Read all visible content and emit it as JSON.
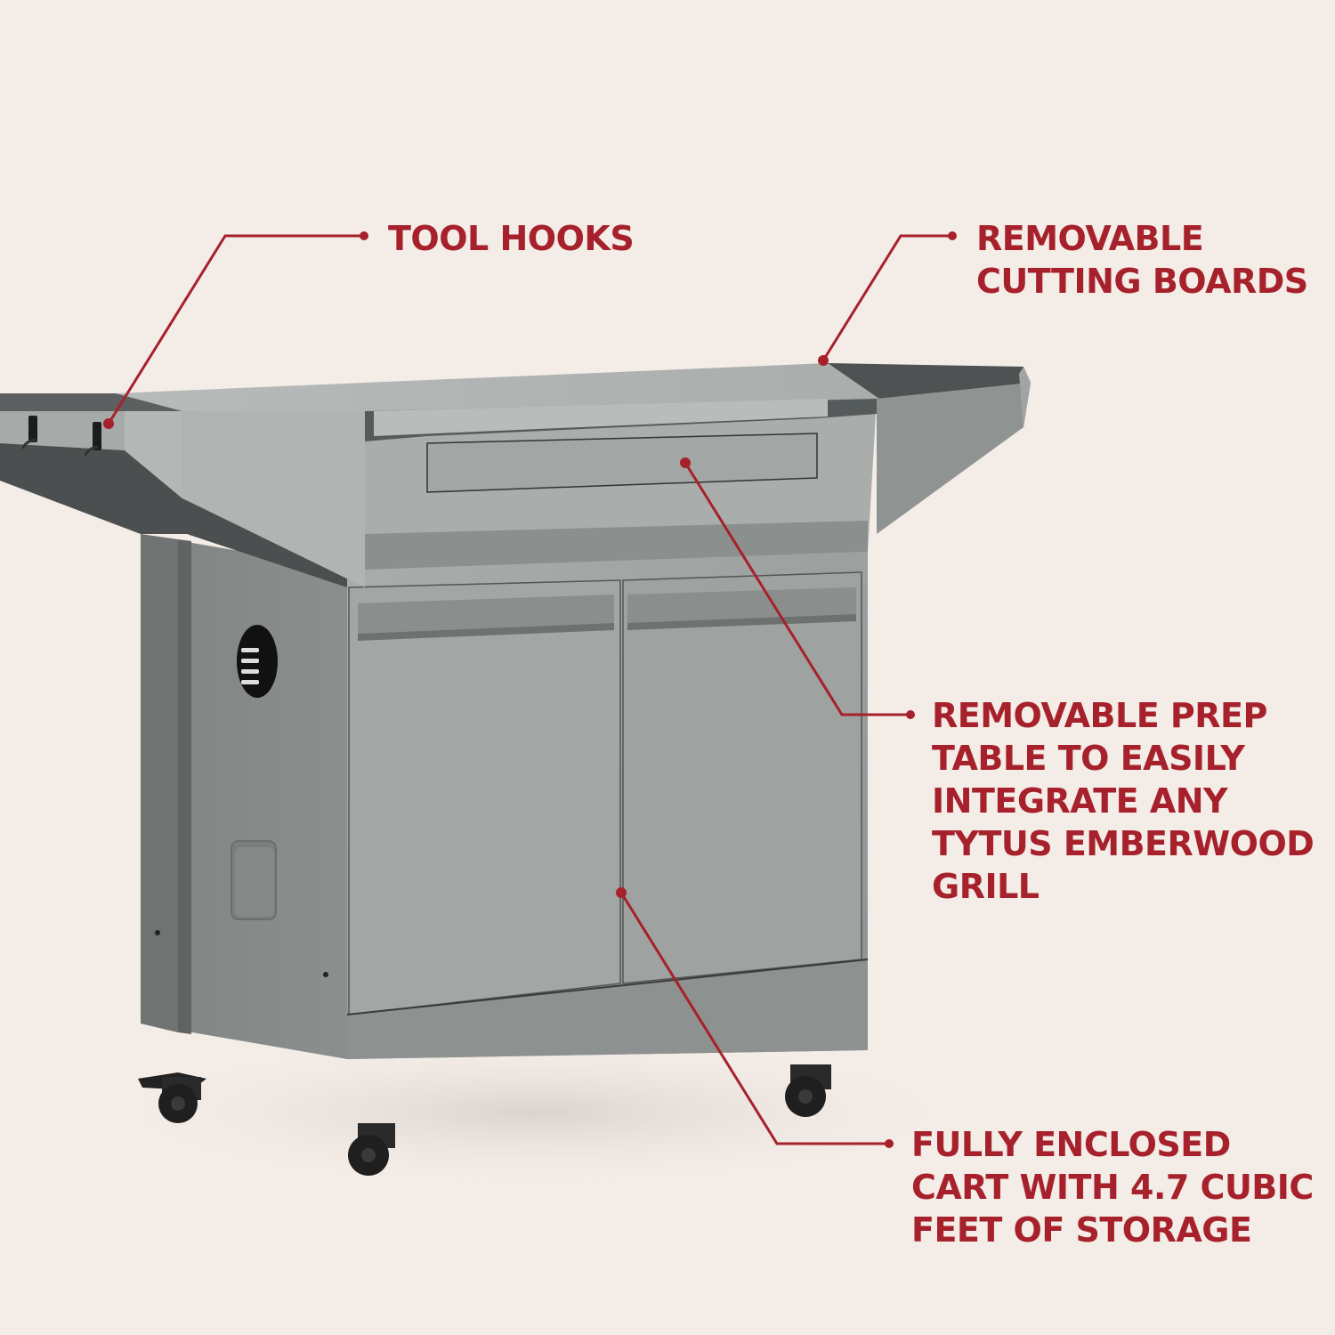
{
  "colors": {
    "background": "#f4ece6",
    "accent": "#a6212b",
    "cart_body": "#979b9a",
    "cart_dark": "#505454",
    "wheel": "#2a2a2a"
  },
  "product": {
    "name": "Cart with prep table",
    "brand_mention": "Tytus Emberwood"
  },
  "callouts": [
    {
      "id": "tool-hooks",
      "label": "TOOL HOOKS"
    },
    {
      "id": "cutting-boards",
      "label": "REMOVABLE\nCUTTING BOARDS"
    },
    {
      "id": "prep-table",
      "label": "REMOVABLE PREP\nTABLE TO EASILY\nINTEGRATE ANY\nTYTUS EMBERWOOD\nGRILL"
    },
    {
      "id": "storage",
      "label": "FULLY ENCLOSED\nCART WITH 4.7 CUBIC\nFEET OF STORAGE"
    }
  ],
  "icons": {
    "vent": "side-vent-icon",
    "handle": "side-handle-icon",
    "caster": "caster-wheel-icon",
    "hook": "tool-hook-icon"
  }
}
